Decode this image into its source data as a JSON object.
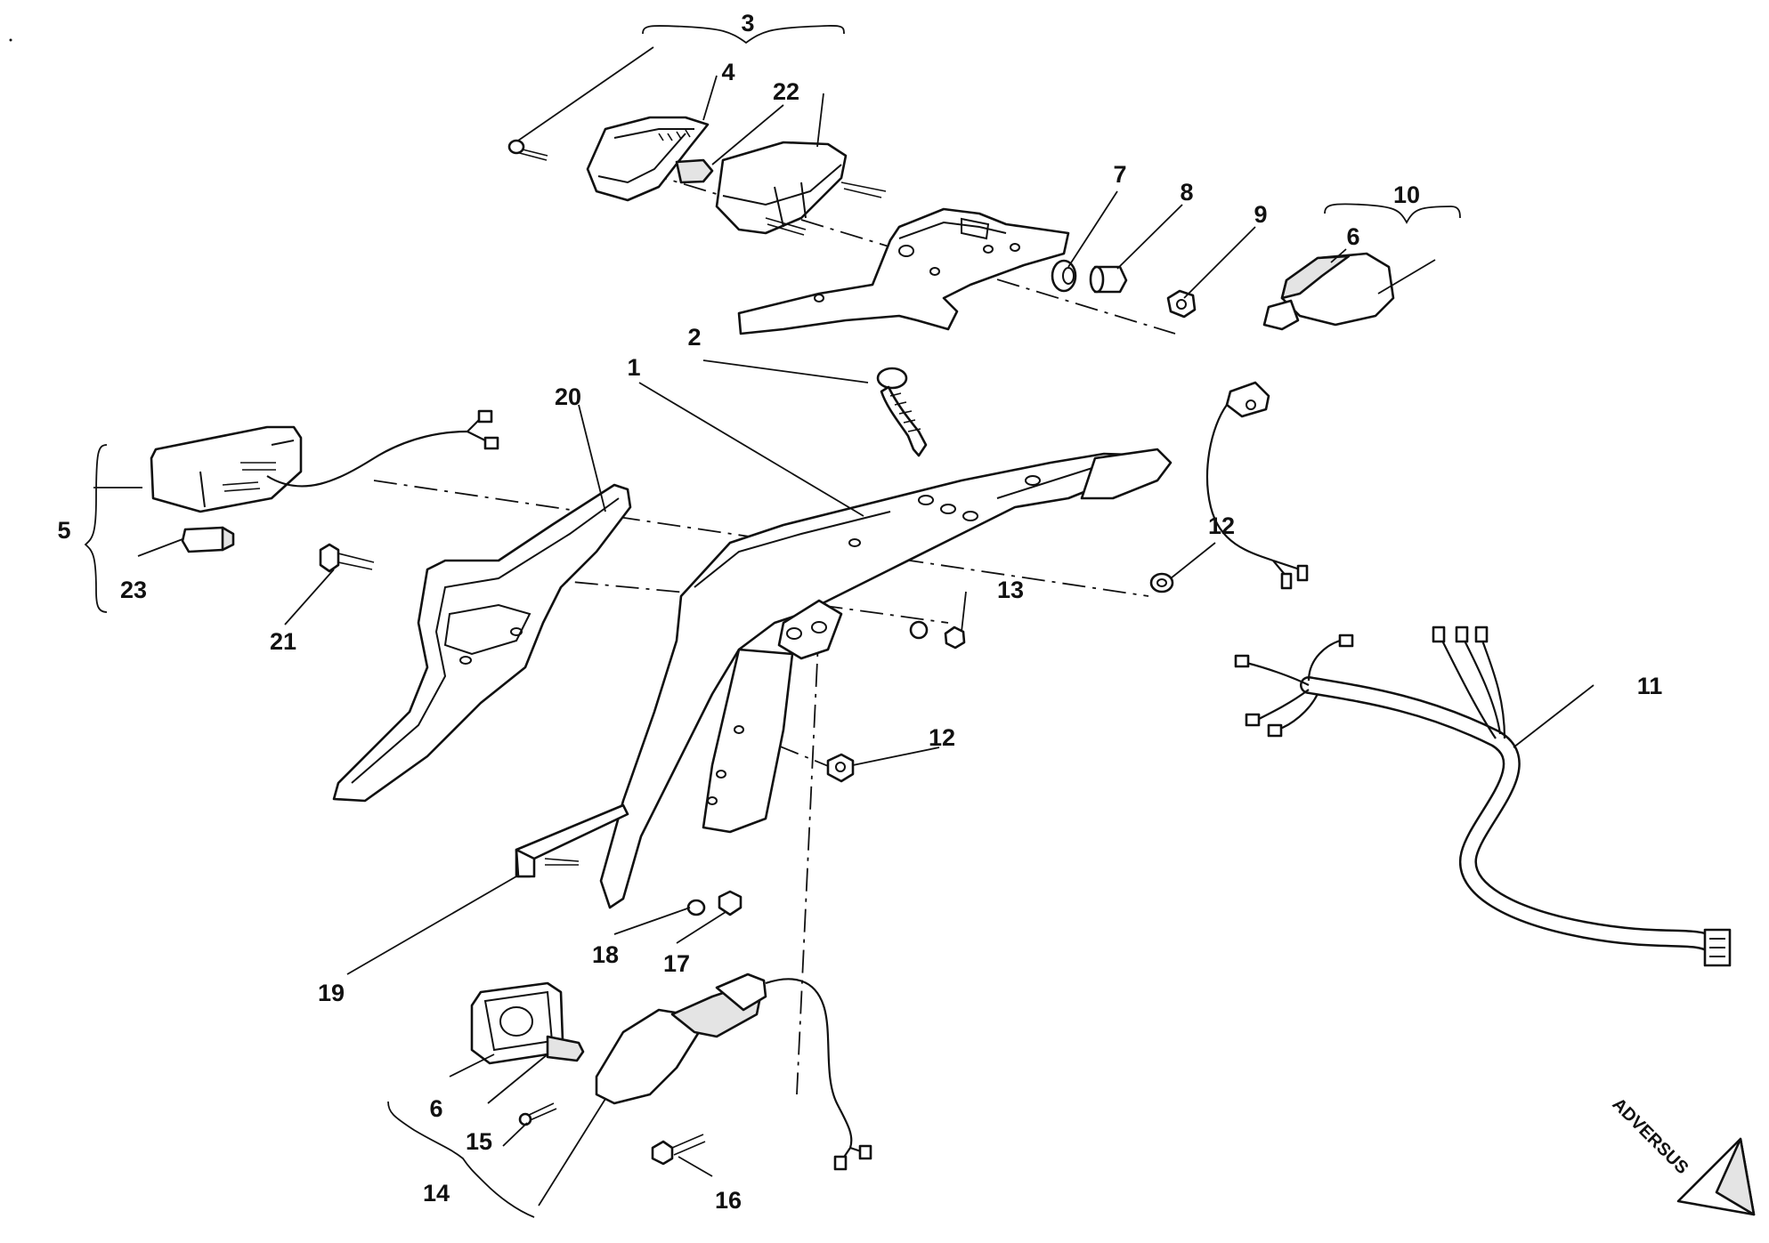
{
  "callouts": {
    "c1": "1",
    "c2": "2",
    "c3": "3",
    "c4": "4",
    "c5": "5",
    "c6a": "6",
    "c6b": "6",
    "c7": "7",
    "c8": "8",
    "c9": "9",
    "c10": "10",
    "c11": "11",
    "c12a": "12",
    "c12b": "12",
    "c13": "13",
    "c14": "14",
    "c15": "15",
    "c16": "16",
    "c17": "17",
    "c18": "18",
    "c19": "19",
    "c20": "20",
    "c21": "21",
    "c22": "22",
    "c23": "23"
  },
  "logo": {
    "text": "ADVERSUS"
  },
  "colors": {
    "ink": "#111111",
    "paper": "#ffffff"
  }
}
